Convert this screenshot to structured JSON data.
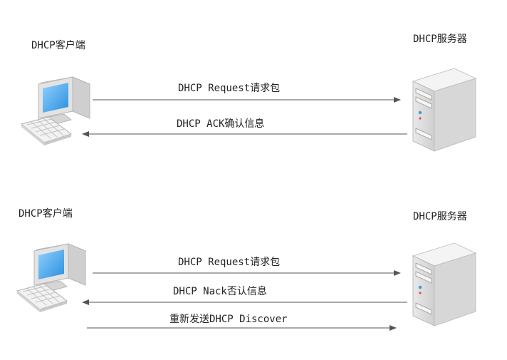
{
  "scenario1": {
    "client_label": "DHCP客户端",
    "server_label": "DHCP服务器",
    "messages": [
      {
        "text": "DHCP Request请求包",
        "direction": "client-to-server"
      },
      {
        "text": "DHCP ACK确认信息",
        "direction": "server-to-client"
      }
    ]
  },
  "scenario2": {
    "client_label": "DHCP客户端",
    "server_label": "DHCP服务器",
    "messages": [
      {
        "text": "DHCP Request请求包",
        "direction": "client-to-server"
      },
      {
        "text": "DHCP Nack否认信息",
        "direction": "server-to-client"
      },
      {
        "text": "重新发送DHCP Discover",
        "direction": "client-to-server"
      }
    ]
  },
  "colors": {
    "arrow": "#555555",
    "screen": "#3a9be0",
    "body": "#d8d8d8"
  },
  "icons": [
    "computer-icon",
    "server-icon"
  ]
}
